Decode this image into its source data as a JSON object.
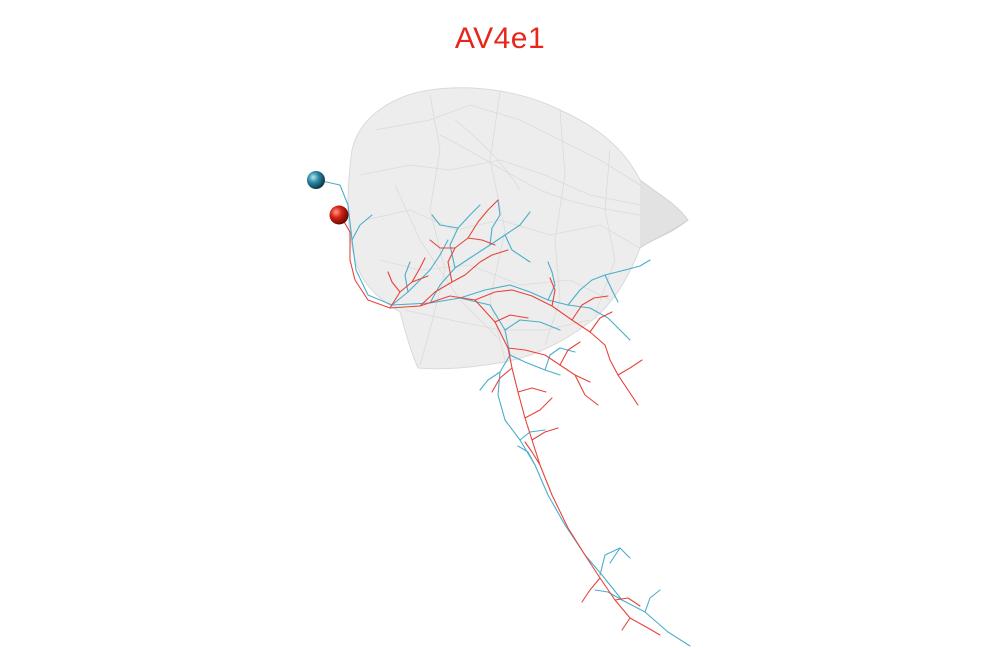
{
  "title": "AV4e1",
  "colors": {
    "title": "#e8261c",
    "neuron_a": "#e8433a",
    "neuron_b": "#4aaecb",
    "soma_a": "#cc1a0a",
    "soma_b": "#2a7f9a",
    "mesh_fill": "#e9e9e9",
    "mesh_edge": "#d0d0d0"
  },
  "objects": {
    "mesh": "neuropil-mesh",
    "neuron_a": "red-neuron",
    "neuron_b": "blue-neuron"
  }
}
